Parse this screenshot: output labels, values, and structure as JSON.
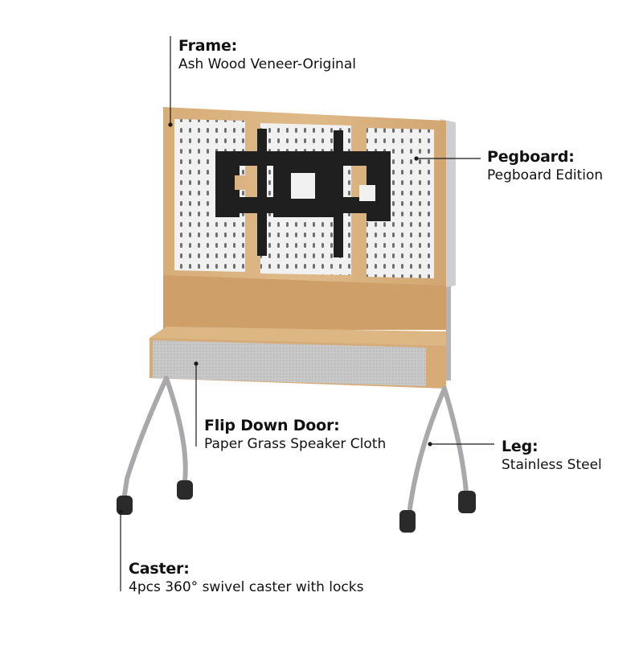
{
  "callouts": {
    "frame": {
      "title": "Frame:",
      "subtitle": "Ash Wood Veneer-Original"
    },
    "pegboard": {
      "title": "Pegboard:",
      "subtitle": "Pegboard Edition"
    },
    "door": {
      "title": "Flip Down Door:",
      "subtitle": "Paper Grass Speaker Cloth"
    },
    "leg": {
      "title": "Leg:",
      "subtitle": "Stainless Steel"
    },
    "caster": {
      "title": "Caster:",
      "subtitle": "4pcs 360° swivel caster with locks"
    }
  },
  "colors": {
    "wood": "#d9b383",
    "wood_dark": "#c49a68",
    "pegboard": "#f1f1f1",
    "side_panel": "#c9c9cc",
    "mount": "#1f1f1f",
    "fabric": "#c4c4c4",
    "steel": "#a9a9ab",
    "wheel": "#2a2a2a"
  }
}
